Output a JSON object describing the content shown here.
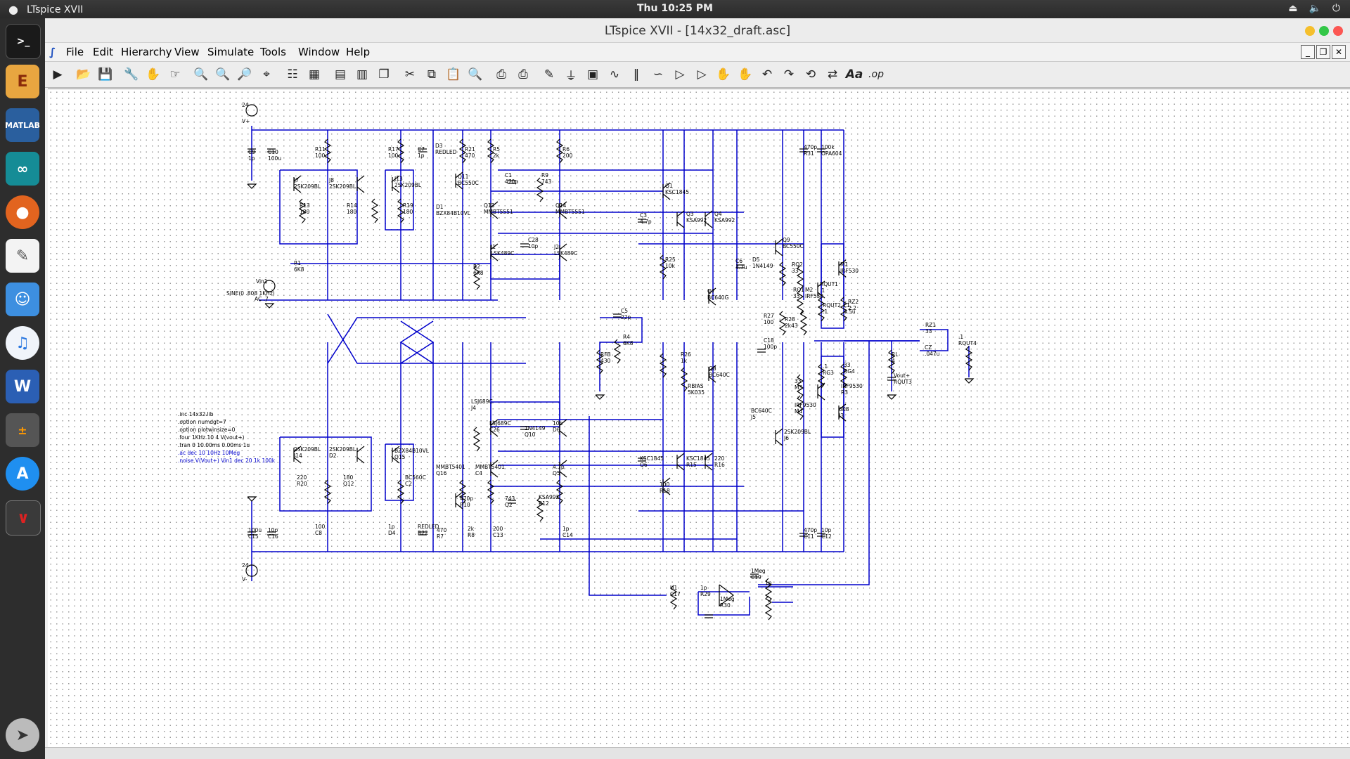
{
  "os": {
    "app_name": "LTspice XVII",
    "clock": "Thu 10:25 PM"
  },
  "window": {
    "title": "LTspice XVII - [14x32_draft.asc]"
  },
  "menu": [
    {
      "label": "File"
    },
    {
      "label": "Edit"
    },
    {
      "label": "Hierarchy"
    },
    {
      "label": "View"
    },
    {
      "label": "Simulate"
    },
    {
      "label": "Tools"
    },
    {
      "label": "Window"
    },
    {
      "label": "Help"
    }
  ],
  "dock_apps": [
    "terminal",
    "eagle",
    "matlab",
    "arduino",
    "firefox",
    "text-editor",
    "finder",
    "itunes",
    "word",
    "calculator",
    "app-store",
    "ltspice",
    "launchpad"
  ],
  "toolbar_icons": [
    "run-icon",
    "open-icon",
    "save-icon",
    "control-panel-icon",
    "halt-icon",
    "hand-icon",
    "zoom-in-icon",
    "zoom-pan-icon",
    "zoom-out-icon",
    "zoom-fit-icon",
    "autorange-icon",
    "grid-icon",
    "tile-horizontal-icon",
    "tile-vertical-icon",
    "cascade-icon",
    "cut-icon",
    "copy-icon",
    "paste-icon",
    "find-icon",
    "print-icon",
    "print-preview-icon",
    "wire-icon",
    "ground-icon",
    "label-icon",
    "resistor-icon",
    "capacitor-icon",
    "inductor-icon",
    "diode-icon",
    "component-icon",
    "move-icon",
    "drag-icon",
    "undo-icon",
    "redo-icon",
    "rotate-icon",
    "mirror-icon",
    "text-icon",
    "spice-directive-icon"
  ],
  "toolbar_text": {
    "text_tool": "Aa",
    "op_tool": ".op"
  },
  "schematic": {
    "sources": [
      {
        "name": "24",
        "net": "V+"
      },
      {
        "name": "24",
        "net": "V-"
      },
      {
        "name": "Vin1",
        "value": "SINE(0 .808 1KHz)",
        "ac": "AC .7"
      }
    ],
    "labels": [
      "C9",
      "1p",
      "C10",
      "100u",
      "R11",
      "100",
      "R17",
      "100",
      "C7",
      "1p",
      "D3",
      "REDLED",
      "R21",
      "470",
      "R5",
      "2k",
      "R6",
      "200",
      "J7",
      "2SK209BL",
      "J8",
      "2SK209BL",
      "J13",
      "2SK209BL",
      "Q11",
      "BC550C",
      "C1",
      "470p",
      "R9",
      "743",
      "Q1",
      "KSC1845",
      "R13",
      "180",
      "R14",
      "180",
      "R19",
      "180",
      "D1",
      "BZX84B10VL",
      "Q13",
      "MMBT5551",
      "Q14",
      "MMBT5551",
      "C3",
      "4.7p",
      "Q3",
      "KSA992",
      "Q4",
      "KSA992",
      "J1",
      "LSK489C",
      "J2",
      "LSK489C",
      "C28",
      "10p",
      "R1",
      "6K8",
      "R2",
      "6K8",
      "R25",
      "10k",
      "C6",
      "4.7u",
      "D5",
      "1N4149",
      "Q9",
      "BC550C",
      "R27",
      "100",
      "R28",
      "2k43",
      "C5",
      "22p",
      "R4",
      "6K8",
      "RFB",
      "430",
      "Q7",
      "BC640G",
      "C18",
      "100p",
      "R26",
      "1k",
      "Q8",
      "BC640C",
      "RBIAS",
      "5K035",
      "RQ2",
      "33",
      "RQ1",
      "33",
      "M2",
      "IRF530",
      "M1",
      "IRF530",
      "RQUT1",
      ".1",
      "RQUT2",
      ".1",
      "L1",
      "4.5u",
      "RZ2",
      "2.2",
      "RZ1",
      "33",
      "CZ",
      ".047u",
      "RL",
      "4",
      "Vout+",
      "RQUT3",
      ".1",
      "RQUT4",
      ".1",
      "RG3",
      "33",
      "RG4",
      "33",
      "M3",
      "IRF9530",
      "M4",
      "IRF9530",
      "R3",
      "6K8",
      "J3",
      "LSJ689C",
      "J4",
      "LSJ689C",
      "C26",
      "10p",
      "D6",
      "1N4149",
      "Q10",
      "BC640C",
      "J5",
      "2SK209BL",
      "J6",
      "2SK209BL",
      "J14",
      "2SK209BL",
      "D2",
      "BZX84B10VL",
      "Q15",
      "MMBT5401",
      "Q16",
      "MMBT5401",
      "C4",
      "4.7p",
      "Q5",
      "KSC1845",
      "Q6",
      "KSC1845",
      "R15",
      "220",
      "R16",
      "220",
      "R20",
      "180",
      "Q12",
      "BC560C",
      "C2",
      "470p",
      "R10",
      "743",
      "Q2",
      "KSA992",
      "R12",
      "100",
      "R18",
      "100",
      "C8",
      "1p",
      "D4",
      "REDLED",
      "R22",
      "470",
      "R7",
      "2k",
      "R8",
      "200",
      "C13",
      "1p",
      "C14",
      "100u",
      "C15",
      "10p",
      "C16",
      "470p",
      "C11",
      "10p",
      "C12",
      "470p",
      "R31",
      "100k",
      "OPA604",
      "U1",
      "C17",
      "1p",
      "R29",
      "1Meg",
      "R30",
      "1Meg",
      "C19",
      "1p"
    ],
    "directives": [
      ".inc 14x32.lib",
      ".option numdgt=7",
      ".option plotwinsize=0",
      ".four 1KHz 10 4 V(vout+)",
      ".tran 0 10.00ms 0.00ms 1u",
      ".ac dec 10 10Hz 10Meg",
      ".noise V(Vout+) Vin1 dec 20 1k 100k"
    ]
  }
}
